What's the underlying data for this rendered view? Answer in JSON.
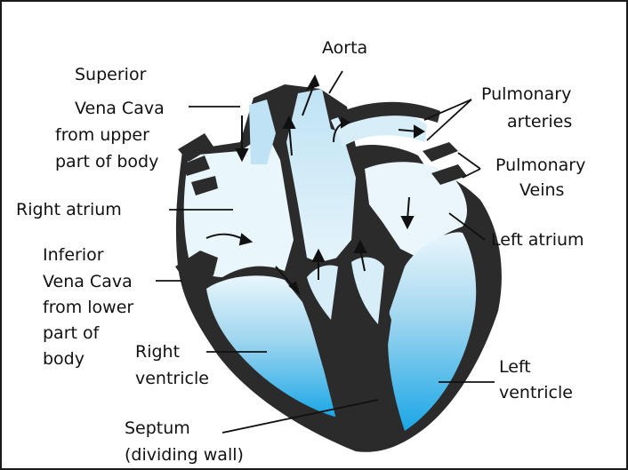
{
  "labels": {
    "aorta": "Aorta",
    "superior_1": "Superior",
    "superior_2": "Vena Cava",
    "superior_3": "from upper",
    "superior_4": "part of body",
    "pulm_arteries_1": "Pulmonary",
    "pulm_arteries_2": "arteries",
    "pulm_veins_1": "Pulmonary",
    "pulm_veins_2": "Veins",
    "right_atrium": "Right atrium",
    "left_atrium": "Left atrium",
    "inferior_1": "Inferior",
    "inferior_2": "Vena Cava",
    "inferior_3": "from lower",
    "inferior_4": "part of",
    "inferior_5": "body",
    "right_ventricle_1": "Right",
    "right_ventricle_2": "ventricle",
    "left_ventricle_1": "Left",
    "left_ventricle_2": "ventricle",
    "septum_1": "Septum",
    "septum_2": "(dividing wall)"
  },
  "colors": {
    "wall": "#2b2b2b",
    "blood_light": "#eaf6fc",
    "blood_mid": "#bfe3f4",
    "blood_deep": "#1aa6e6",
    "frame": "#1a1a1a"
  }
}
